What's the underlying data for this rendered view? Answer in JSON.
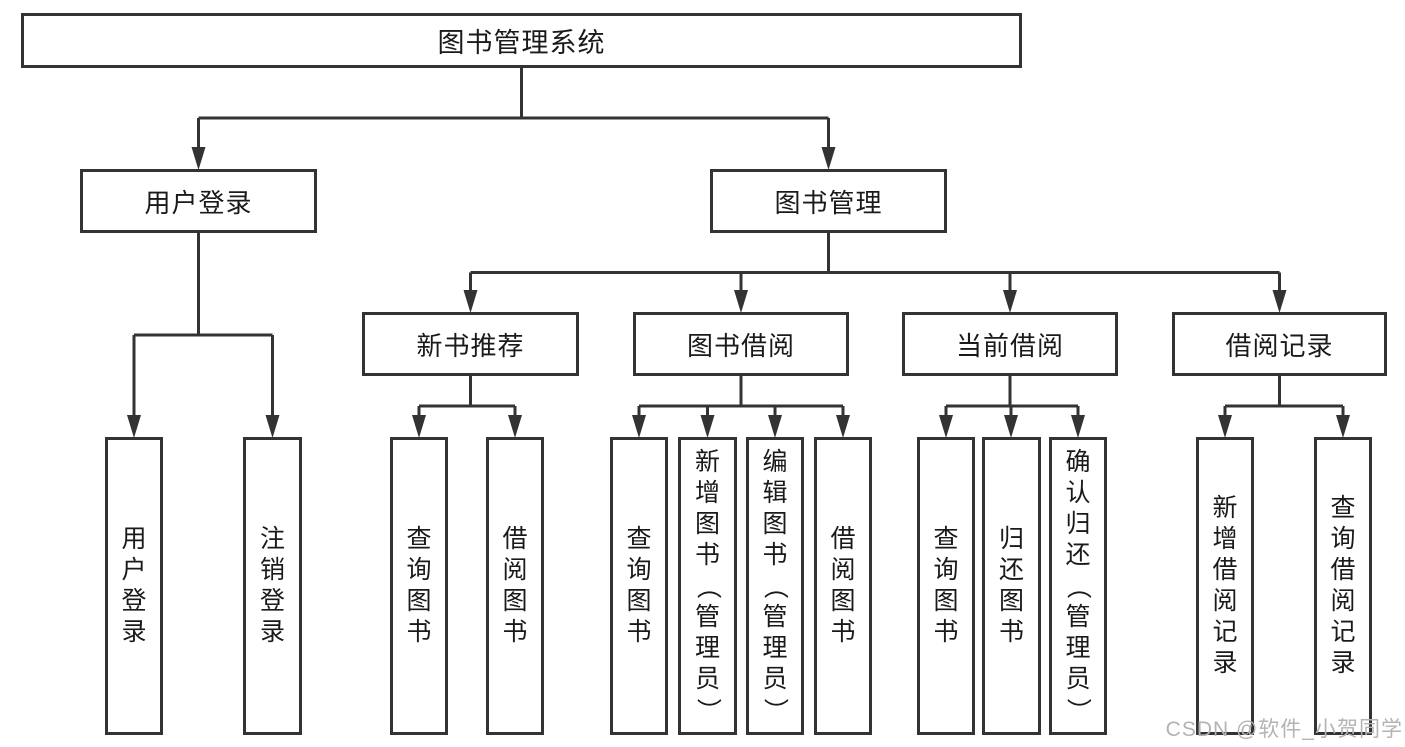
{
  "colors": {
    "background": "#ffffff",
    "line": "#333333",
    "box_border": "#333333",
    "text": "#1a1a1a",
    "watermark": "#b3b3b3"
  },
  "watermark": "CSDN @软件_小贺同学",
  "diagram": {
    "type": "hierarchy-tree",
    "root": {
      "label": "图书管理系统"
    },
    "level2": [
      {
        "label": "用户登录",
        "parent": "图书管理系统"
      },
      {
        "label": "图书管理",
        "parent": "图书管理系统"
      }
    ],
    "level3": [
      {
        "label": "新书推荐",
        "parent": "图书管理"
      },
      {
        "label": "图书借阅",
        "parent": "图书管理"
      },
      {
        "label": "当前借阅",
        "parent": "图书管理"
      },
      {
        "label": "借阅记录",
        "parent": "图书管理"
      }
    ],
    "leaves": [
      {
        "label": "用户登录",
        "parent": "用户登录"
      },
      {
        "label": "注销登录",
        "parent": "用户登录"
      },
      {
        "label": "查询图书",
        "parent": "新书推荐"
      },
      {
        "label": "借阅图书",
        "parent": "新书推荐"
      },
      {
        "label": "查询图书",
        "parent": "图书借阅"
      },
      {
        "label": "新增图书（管理员）",
        "parent": "图书借阅"
      },
      {
        "label": "编辑图书（管理员）",
        "parent": "图书借阅"
      },
      {
        "label": "借阅图书",
        "parent": "图书借阅"
      },
      {
        "label": "查询图书",
        "parent": "当前借阅"
      },
      {
        "label": "归还图书",
        "parent": "当前借阅"
      },
      {
        "label": "确认归还（管理员）",
        "parent": "当前借阅"
      },
      {
        "label": "新增借阅记录",
        "parent": "借阅记录"
      },
      {
        "label": "查询借阅记录",
        "parent": "借阅记录"
      }
    ]
  }
}
